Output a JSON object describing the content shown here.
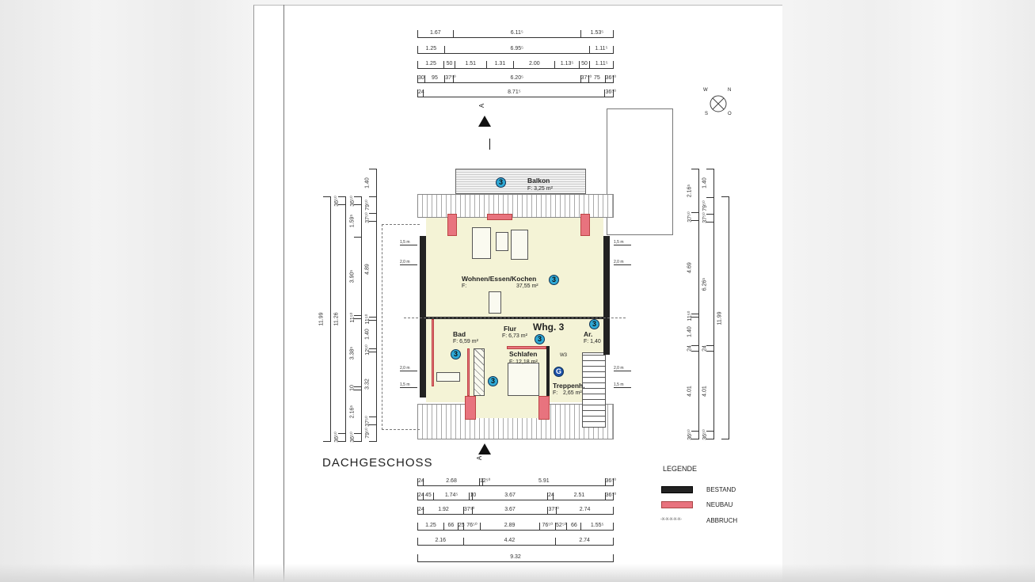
{
  "title": "DACHGESCHOSS",
  "section_marker": "A",
  "compass": {
    "labels": [
      "W",
      "N",
      "S",
      "O"
    ]
  },
  "dims_top": [
    [
      "1.67",
      "6.11⁵",
      "1.53⁵"
    ],
    [
      "1.25",
      "6.95⁵",
      "1.11⁵"
    ],
    [
      "1.25",
      "50",
      "1.51",
      "1.31",
      "2.00",
      "1.13⁵",
      "50",
      "1.11⁵"
    ],
    [
      "30",
      "95",
      "37⁵⁰",
      "6.20⁵",
      "37⁵⁰",
      "75",
      "36⁵⁰"
    ],
    [
      "24",
      "8.71⁵",
      "36⁵⁰"
    ]
  ],
  "dims_bottom": [
    [
      "24",
      "2.68",
      "12⁵⁰",
      "5.91",
      "36⁵⁰"
    ],
    [
      "24",
      "45",
      "1.74⁵",
      "10",
      "3.67",
      "24",
      "2.51",
      "36⁵⁰"
    ],
    [
      "24",
      "1.92",
      "37⁵⁰",
      "3.67",
      "37⁵⁰",
      "2.74"
    ],
    [
      "1.25",
      "66",
      "25",
      "76⁵⁰",
      "2.89",
      "76⁵⁰",
      "52⁵⁰",
      "66",
      "1.55⁵"
    ],
    [
      "2.16",
      "4.42",
      "2.74"
    ],
    [
      "9.32"
    ]
  ],
  "dims_left": [
    [
      "11.99"
    ],
    [
      "36⁵⁰",
      "11.26",
      "36⁵⁰"
    ],
    [
      "36⁵⁰",
      "1.59⁵",
      "3.90⁵",
      "11⁵⁰",
      "3.38⁵",
      "10",
      "2.16⁵",
      "36⁵⁰"
    ],
    [
      "1.40",
      "79⁵⁰",
      "37⁵⁰",
      "4.89",
      "11⁵⁰",
      "1.40",
      "12⁵⁰",
      "3.32",
      "37⁵⁰",
      "79⁵⁰"
    ]
  ],
  "dims_right": [
    [
      "2.16⁵",
      "37⁵⁰",
      "4.69",
      "11⁵⁰",
      "1.40",
      "24",
      "4.01",
      "36⁵⁰"
    ],
    [
      "1.40",
      "79⁵⁰",
      "37⁵⁰",
      "6.26⁵",
      "24",
      "4.01",
      "36⁵⁰"
    ],
    [
      "11.99"
    ]
  ],
  "rooms": {
    "balkon": {
      "name": "Balkon",
      "area": "F: 3,25 m²",
      "unit": "3"
    },
    "wohnen": {
      "name": "Wohnen/Essen/Kochen",
      "area_label": "F:",
      "area": "37,55 m²",
      "unit": "3"
    },
    "bad": {
      "name": "Bad",
      "area": "F: 6,59 m²",
      "unit": "3"
    },
    "flur": {
      "name": "Flur",
      "area": "F: 6,73 m²",
      "unit": "3"
    },
    "ar": {
      "name": "Ar.",
      "area": "F: 1,40",
      "unit": "3"
    },
    "schlafen": {
      "name": "Schlafen",
      "area": "F: 12,18 m²",
      "unit": "3"
    },
    "treppenh": {
      "name": "Treppenh.",
      "area_label": "F:",
      "area": "2,65 m²",
      "unit": "G",
      "tag": "W3"
    }
  },
  "apartment": "Whg. 3",
  "levels": {
    "l15": "1,5 m",
    "l20": "2,0 m"
  },
  "legend": {
    "title": "LEGENDE",
    "items": [
      {
        "label": "BESTAND",
        "color": "#222222"
      },
      {
        "label": "NEUBAU",
        "color": "#e8737e"
      },
      {
        "label": "ABBRUCH",
        "symbol": "-x-x-x-x-x-"
      }
    ]
  }
}
